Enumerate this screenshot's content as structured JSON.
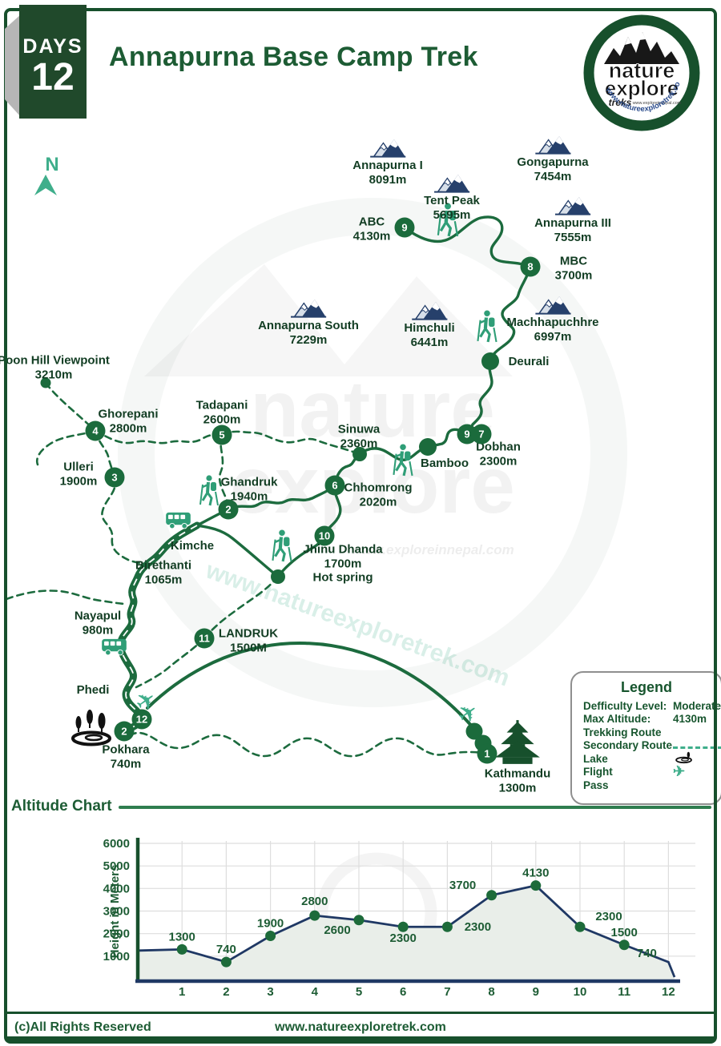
{
  "header": {
    "days_label": "DAYS",
    "days_value": "12",
    "title": "Annapurna Base Camp Trek",
    "logo": {
      "name1": "nature",
      "name2": "explore",
      "tagline": "treks",
      "url_small": "www.exploreinnepal.com",
      "url_curved": "www.natureexploretrek.com"
    }
  },
  "map": {
    "north": "N",
    "peaks": {
      "annapurna1": {
        "name": "Annapurna I",
        "elev": "8091m"
      },
      "gongapurna": {
        "name": "Gongapurna",
        "elev": "7454m"
      },
      "tentpeak": {
        "name": "Tent Peak",
        "elev": "5695m"
      },
      "annapurna3": {
        "name": "Annapurna III",
        "elev": "7555m"
      },
      "annapurnasouth": {
        "name": "Annapurna South",
        "elev": "7229m"
      },
      "himchuli": {
        "name": "Himchuli",
        "elev": "6441m"
      },
      "machhapuchhre": {
        "name": "Machhapuchhre",
        "elev": "6997m"
      }
    },
    "stations": {
      "abc": {
        "name": "ABC",
        "elev": "4130m"
      },
      "mbc": {
        "name": "MBC",
        "elev": "3700m"
      },
      "deurali": {
        "name": "Deurali",
        "elev": ""
      },
      "dobhan": {
        "name": "Dobhan",
        "elev": "2300m"
      },
      "sinuwa": {
        "name": "Sinuwa",
        "elev": "2360m"
      },
      "bamboo": {
        "name": "Bamboo",
        "elev": ""
      },
      "chhomrong": {
        "name": "Chhomrong",
        "elev": "2020m"
      },
      "tadapani": {
        "name": "Tadapani",
        "elev": "2600m"
      },
      "ghorepani": {
        "name": "Ghorepani",
        "elev": "2800m"
      },
      "ulleri": {
        "name": "Ulleri",
        "elev": "1900m"
      },
      "poonhill": {
        "name": "Poon Hill Viewpoint",
        "elev": "3210m"
      },
      "ghandruk": {
        "name": "Ghandruk",
        "elev": "1940m"
      },
      "kimche": {
        "name": "Kimche",
        "elev": ""
      },
      "birethanti": {
        "name": "Birethanti",
        "elev": "1065m"
      },
      "jhinu": {
        "name": "Jhinu Dhanda",
        "elev": "1700m",
        "note": "Hot spring"
      },
      "nayapul": {
        "name": "Nayapul",
        "elev": "980m"
      },
      "landruk": {
        "name": "LANDRUK",
        "elev": "1500M"
      },
      "phedi": {
        "name": "Phedi",
        "elev": ""
      },
      "pokhara": {
        "name": "Pokhara",
        "elev": "740m"
      },
      "kathmandu": {
        "name": "Kathmandu",
        "elev": "1300m"
      }
    },
    "waypoints": {
      "abc": "9",
      "mbc": "8",
      "dobhan_a": "9",
      "dobhan_b": "7",
      "chhomrong": "6",
      "tadapani": "5",
      "ghorepani": "4",
      "ulleri": "3",
      "ghandruk": "2",
      "jhinu": "10",
      "landruk": "11",
      "pokhara_a": "12",
      "pokhara_b": "2",
      "kathmandu": "1"
    },
    "watermarks": {
      "word1": "nature",
      "word2": "explore",
      "url_diag": "www.natureexploretrek.com",
      "url_small": "www.exploreinnepal.com"
    }
  },
  "legend": {
    "title": "Legend",
    "difficulty_label": "Defficulty Level:",
    "difficulty_value": "Moderate",
    "max_alt_label": "Max Altitude:",
    "max_alt_value": "4130m",
    "trekking_route": "Trekking Route",
    "secondary_route": "Secondary Route",
    "lake": "Lake",
    "flight": "Flight",
    "pass": "Pass"
  },
  "altitude_section": {
    "heading": "Altitude Chart"
  },
  "chart_data": {
    "type": "line",
    "title": "Altitude Chart",
    "ylabel": "Height in Meters",
    "x": [
      1,
      2,
      3,
      4,
      5,
      6,
      7,
      8,
      9,
      10,
      11,
      12
    ],
    "values": [
      1300,
      740,
      1900,
      2800,
      2600,
      2300,
      2300,
      3700,
      4130,
      2300,
      1500,
      740
    ],
    "yticks": [
      1000,
      2000,
      3000,
      4000,
      5000,
      6000
    ],
    "ylim": [
      0,
      6300
    ],
    "grid": true,
    "line_color": "#1f3864",
    "dot_color": "#1d6b3a",
    "fill_color": "#e9eee9",
    "axis_color": "#17502c",
    "label_color": "#1d5c34"
  },
  "footer": {
    "left": "(c)All Rights Reserved",
    "center": "www.natureexploretrek.com"
  }
}
